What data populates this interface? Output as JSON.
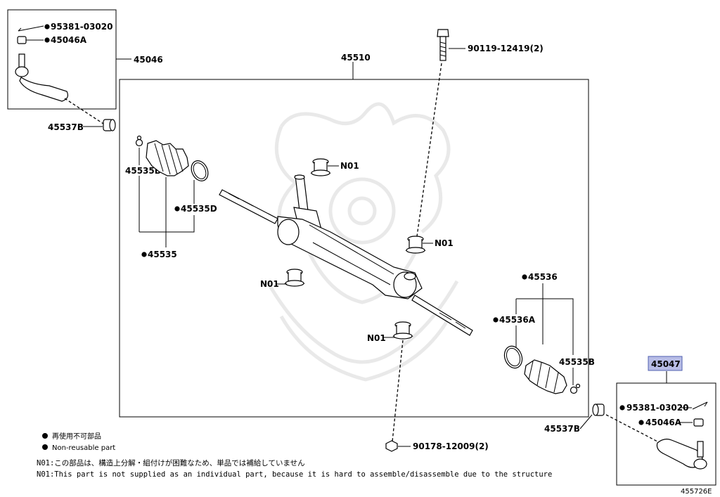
{
  "callouts": {
    "p45510": "45510",
    "p45046": "45046",
    "p45047": "45047",
    "p95381_l": "95381-03020",
    "p45046a_l": "45046A",
    "p95381_r": "95381-03020",
    "p45046a_r": "45046A",
    "p45537b_l": "45537B",
    "p45537b_r": "45537B",
    "p45535b_l": "45535B",
    "p45535b_r": "45535B",
    "p45535d": "45535D",
    "p45535": "45535",
    "p45536": "45536",
    "p45536a": "45536A",
    "bolt_top": "90119-12419(2)",
    "bolt_bottom": "90178-12009(2)",
    "n01_a": "N01",
    "n01_b": "N01",
    "n01_c": "N01",
    "n01_d": "N01"
  },
  "legend": {
    "jp": "再使用不可部品",
    "en": "Non-reusable part"
  },
  "notes": {
    "jp": "N01:この部品は、構造上分解・組付けが困難なため、単品では補給していません",
    "en": "N01:This part is not supplied as an individual part, because it is hard to assemble/disassemble due to the structure"
  },
  "diagram_id": "455726E",
  "colors": {
    "highlight_fill": "#b8bde6",
    "highlight_border": "#5060b0",
    "watermark": "#e9e9e9"
  }
}
